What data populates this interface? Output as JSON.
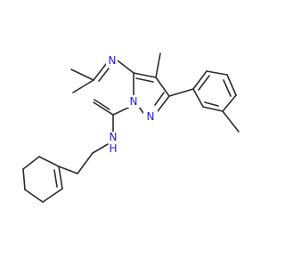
{
  "molecule": {
    "atom_labels": {
      "n_pyrimidine": "N",
      "n_bridge": "N",
      "n_pyrazole": "N",
      "nh": "N",
      "h_on_nh": "H"
    },
    "colors": {
      "bond": "#2b2b2b",
      "nitrogen": "#1a1ae6",
      "background": "#ffffff"
    }
  }
}
